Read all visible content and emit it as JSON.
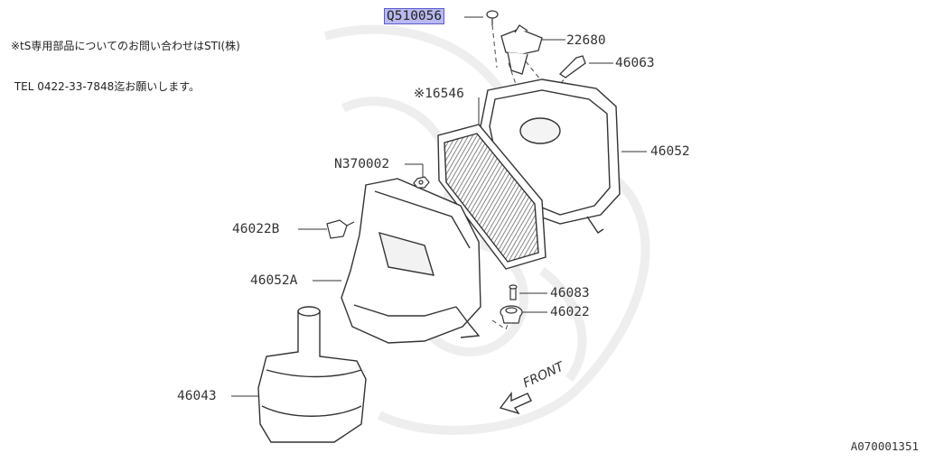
{
  "note": {
    "line1": "※tS専用部品についてのお問い合わせはSTI(株)",
    "line2": " TEL 0422-33-7848迄お願いします。"
  },
  "labels": {
    "q510056": "Q510056",
    "p22680": "22680",
    "p46063": "46063",
    "p16546": "※16546",
    "p46052": "46052",
    "n370002": "N370002",
    "p46022b": "46022B",
    "p46052a": "46052A",
    "p46083": "46083",
    "p46022": "46022",
    "p46043": "46043"
  },
  "front_label": "FRONT",
  "diagram_code": "A070001351",
  "highlight_color": "#b9b9f0"
}
